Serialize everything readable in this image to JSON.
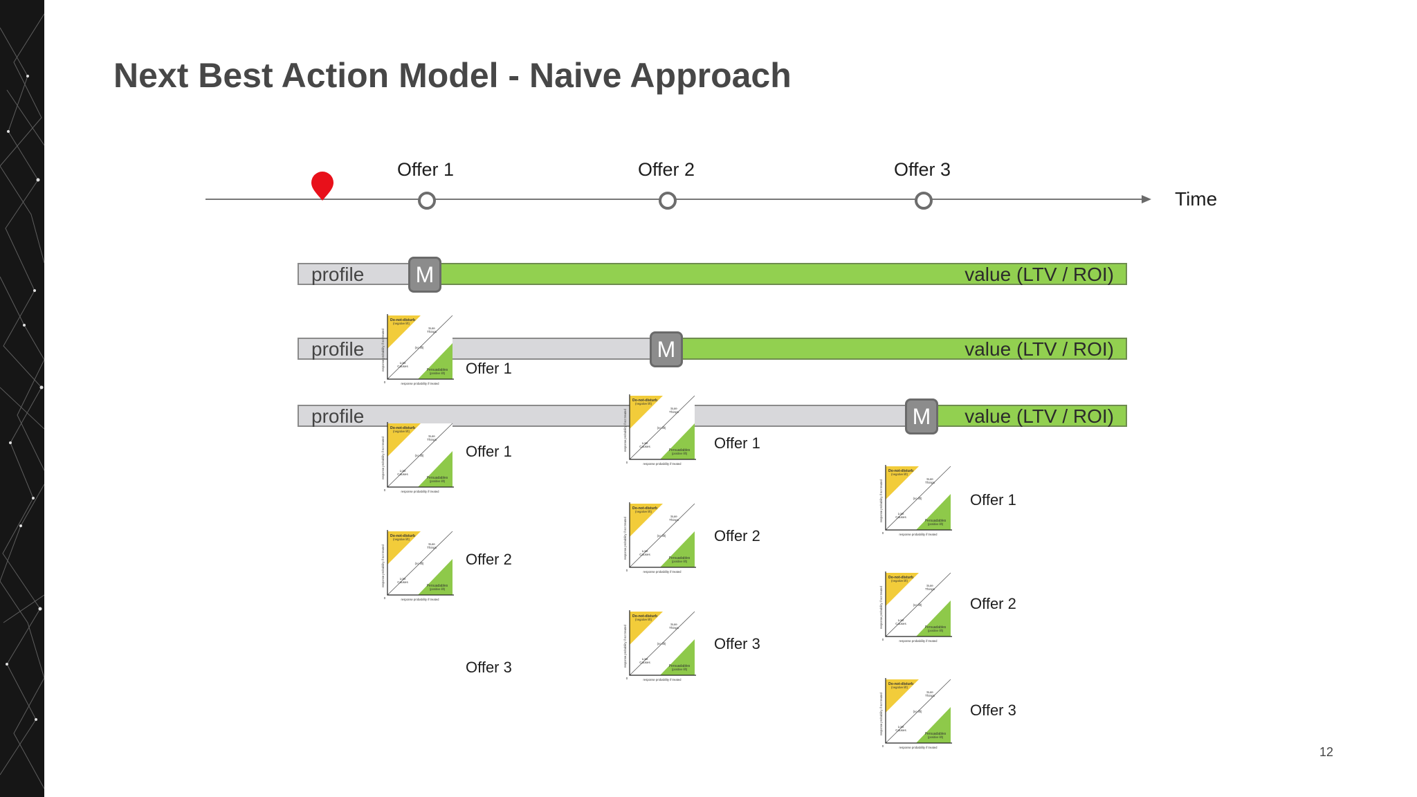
{
  "slide": {
    "title": "Next Best Action Model - Naive Approach",
    "page_number": "12"
  },
  "timeline": {
    "axis_label": "Time",
    "offers": [
      "Offer 1",
      "Offer 2",
      "Offer 3"
    ]
  },
  "bars": [
    {
      "profile_label": "profile",
      "model_label": "M",
      "value_label": "value (LTV / ROI)"
    },
    {
      "profile_label": "profile",
      "model_label": "M",
      "value_label": "value (LTV / ROI)"
    },
    {
      "profile_label": "profile",
      "model_label": "M",
      "value_label": "value (LTV / ROI)"
    }
  ],
  "uplift_quadrant": {
    "negative_lift_name": "Do-not-disturb",
    "negative_lift_note": "(negative lift)",
    "sure_things": "Sure Things",
    "no_lift": "(no lift)",
    "lost_causes": "Lost Causes",
    "persuadables_name": "Persuadables",
    "persuadables_note": "(positive lift)",
    "y_axis": "response probability if not treated",
    "x_axis": "response probability if treated",
    "origin": "0"
  },
  "scored_offers": {
    "model_1": [
      "Offer 1"
    ],
    "model_2": [
      "Offer 1",
      "Offer 2",
      "Offer 3"
    ],
    "model_3": [
      "Offer 1",
      "Offer 2",
      "Offer 3"
    ]
  },
  "colors": {
    "value_bar": "#92d050",
    "profile_bar": "#d8d8db",
    "model_box": "#8c8c8c",
    "pin": "#e8101a",
    "quadrant_negative": "#f2cc3a",
    "quadrant_positive": "#8ec94a"
  }
}
